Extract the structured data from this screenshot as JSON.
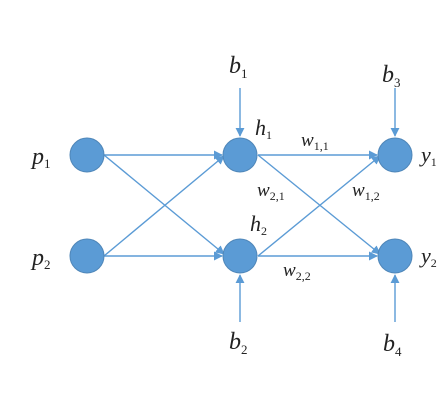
{
  "colors": {
    "node_fill": "#5b9bd5",
    "node_stroke": "#4f86b8",
    "edge": "#5b9bd5",
    "text": "#222222"
  },
  "nodes": {
    "p1": {
      "base": "p",
      "sub": "1"
    },
    "p2": {
      "base": "p",
      "sub": "2"
    },
    "h1": {
      "base": "h",
      "sub": "1"
    },
    "h2": {
      "base": "h",
      "sub": "2"
    },
    "y1": {
      "base": "y",
      "sub": "1"
    },
    "y2": {
      "base": "y",
      "sub": "2"
    }
  },
  "biases": {
    "b1": {
      "base": "b",
      "sub": "1"
    },
    "b2": {
      "base": "b",
      "sub": "2"
    },
    "b3": {
      "base": "b",
      "sub": "3"
    },
    "b4": {
      "base": "b",
      "sub": "4"
    }
  },
  "weights": {
    "w11": {
      "base": "w",
      "sub": "1,1"
    },
    "w21": {
      "base": "w",
      "sub": "2,1"
    },
    "w12": {
      "base": "w",
      "sub": "1,2"
    },
    "w22": {
      "base": "w",
      "sub": "2,2"
    }
  }
}
